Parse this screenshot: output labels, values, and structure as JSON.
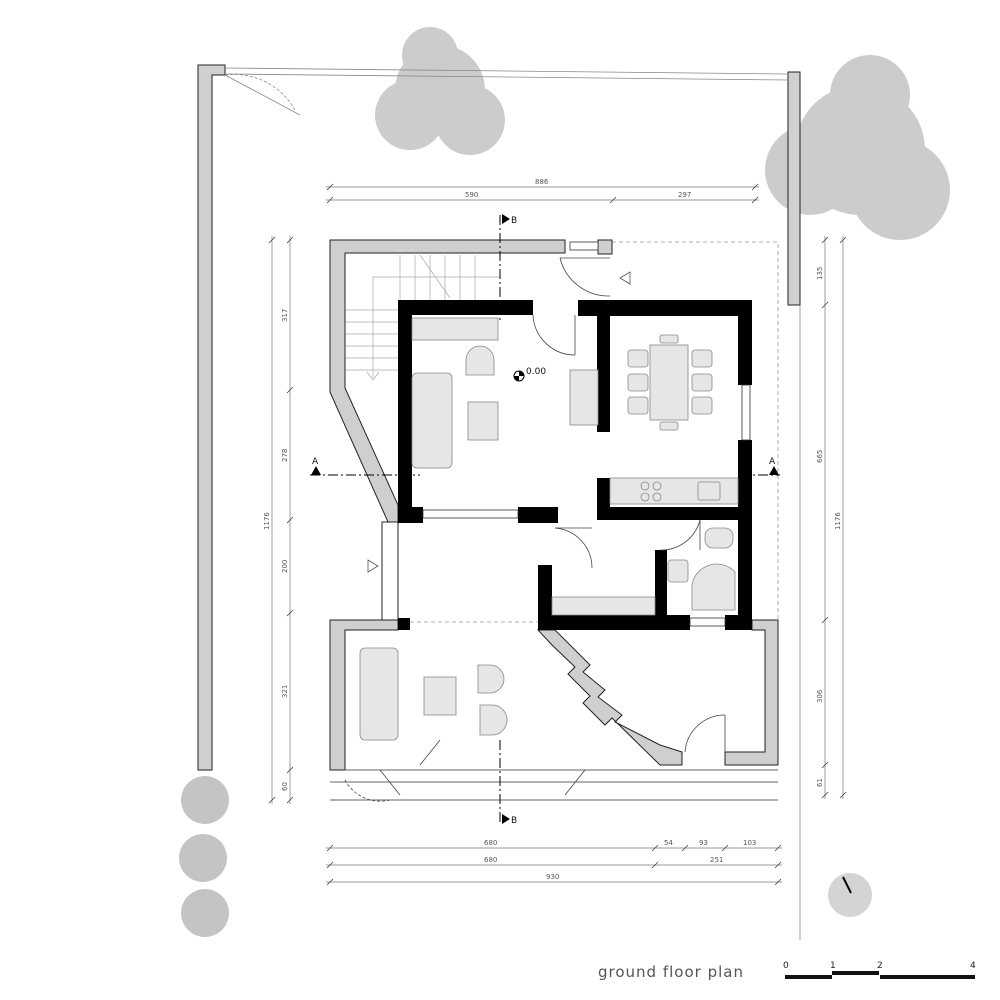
{
  "title": "ground floor plan",
  "level_mark": "0.00",
  "sections": {
    "a": "A",
    "b": "B"
  },
  "dimensions": {
    "top": {
      "overall": "886",
      "parts": [
        "590",
        "297"
      ]
    },
    "left": {
      "overall": "1176",
      "parts": [
        "317",
        "278",
        "200",
        "321",
        "60"
      ]
    },
    "right": {
      "overall": "1176",
      "parts": [
        "135",
        "665",
        "306",
        "61"
      ]
    },
    "bottom": {
      "row1": [
        "680",
        "54",
        "93",
        "103"
      ],
      "row2": [
        "680",
        "251"
      ],
      "overall": "930"
    }
  },
  "scale_bar": {
    "ticks": [
      "0",
      "1",
      "2",
      "4"
    ]
  },
  "colors": {
    "wall": "#000000",
    "outer_wall": "#cccccc",
    "furniture": "#e6e6e6",
    "tree": "#bdbdbd"
  }
}
